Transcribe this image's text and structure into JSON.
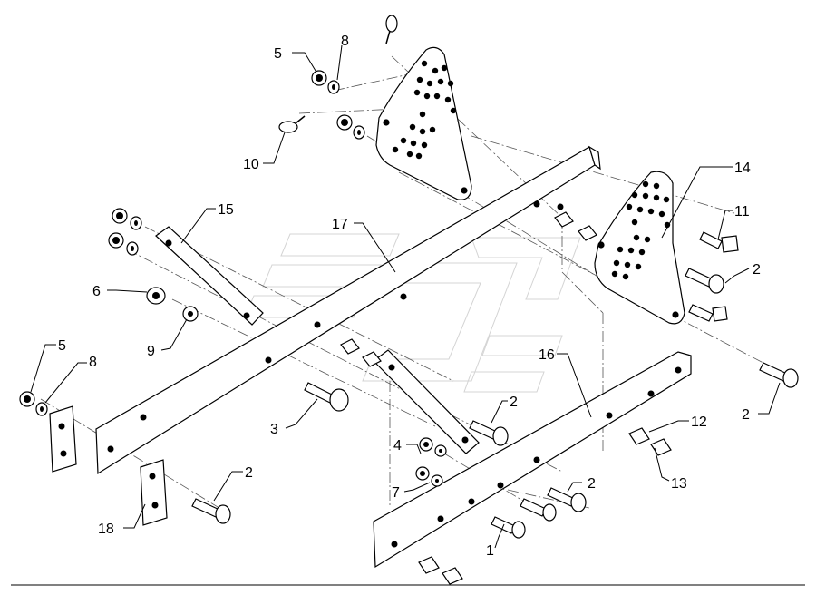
{
  "diagram": {
    "labels": [
      {
        "id": "l5a",
        "text": "5"
      },
      {
        "id": "l8a",
        "text": "8"
      },
      {
        "id": "l10",
        "text": "10"
      },
      {
        "id": "l14",
        "text": "14"
      },
      {
        "id": "l15",
        "text": "15"
      },
      {
        "id": "l17",
        "text": "17"
      },
      {
        "id": "l11",
        "text": "11"
      },
      {
        "id": "l2a",
        "text": "2"
      },
      {
        "id": "l6",
        "text": "6"
      },
      {
        "id": "l9",
        "text": "9"
      },
      {
        "id": "l5b",
        "text": "5"
      },
      {
        "id": "l8b",
        "text": "8"
      },
      {
        "id": "l16",
        "text": "16"
      },
      {
        "id": "l2b",
        "text": "2"
      },
      {
        "id": "l3",
        "text": "3"
      },
      {
        "id": "l2c",
        "text": "2"
      },
      {
        "id": "l12",
        "text": "12"
      },
      {
        "id": "l4",
        "text": "4"
      },
      {
        "id": "l13",
        "text": "13"
      },
      {
        "id": "l7",
        "text": "7"
      },
      {
        "id": "l2d",
        "text": "2"
      },
      {
        "id": "l2e",
        "text": "2"
      },
      {
        "id": "l18",
        "text": "18"
      },
      {
        "id": "l1",
        "text": "1"
      }
    ]
  }
}
